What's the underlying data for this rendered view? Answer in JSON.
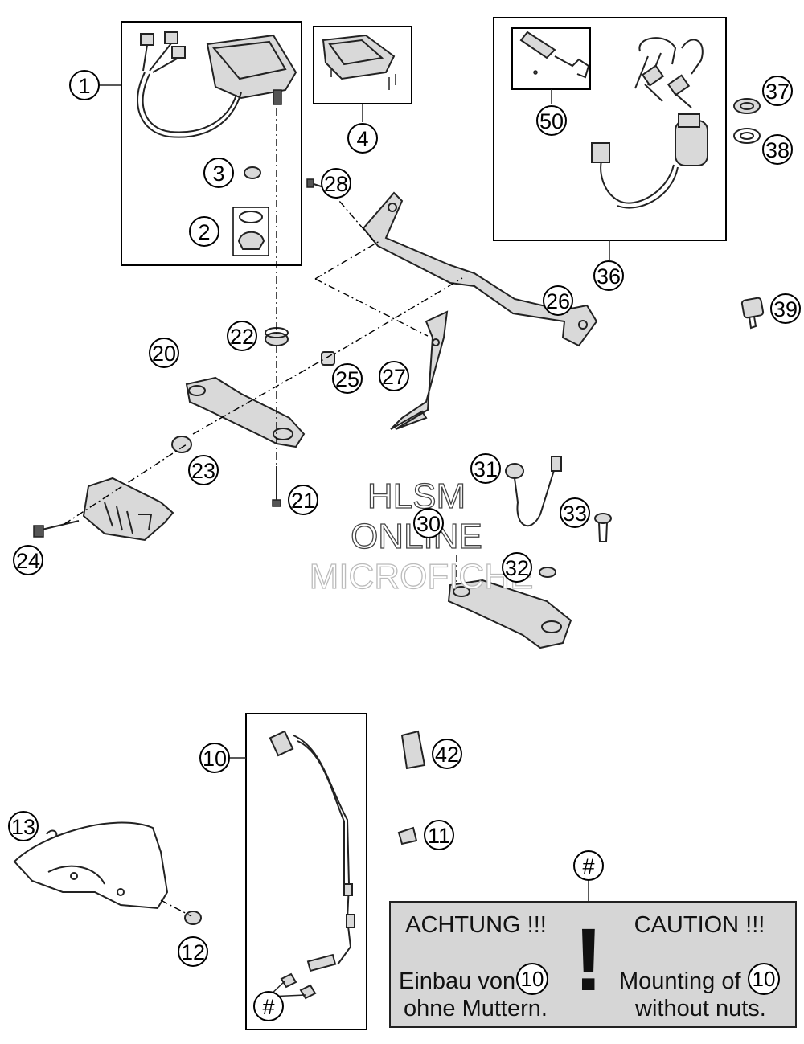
{
  "callouts": [
    {
      "id": "1",
      "label": "1"
    },
    {
      "id": "2",
      "label": "2"
    },
    {
      "id": "3",
      "label": "3"
    },
    {
      "id": "4",
      "label": "4"
    },
    {
      "id": "10",
      "label": "10"
    },
    {
      "id": "11",
      "label": "11"
    },
    {
      "id": "12",
      "label": "12"
    },
    {
      "id": "13",
      "label": "13"
    },
    {
      "id": "20",
      "label": "20"
    },
    {
      "id": "21",
      "label": "21"
    },
    {
      "id": "22",
      "label": "22"
    },
    {
      "id": "23",
      "label": "23"
    },
    {
      "id": "24",
      "label": "24"
    },
    {
      "id": "25",
      "label": "25"
    },
    {
      "id": "26",
      "label": "26"
    },
    {
      "id": "27",
      "label": "27"
    },
    {
      "id": "28",
      "label": "28"
    },
    {
      "id": "30",
      "label": "30"
    },
    {
      "id": "31",
      "label": "31"
    },
    {
      "id": "32",
      "label": "32"
    },
    {
      "id": "33",
      "label": "33"
    },
    {
      "id": "36",
      "label": "36"
    },
    {
      "id": "37",
      "label": "37"
    },
    {
      "id": "38",
      "label": "38"
    },
    {
      "id": "39",
      "label": "39"
    },
    {
      "id": "42",
      "label": "42"
    },
    {
      "id": "50",
      "label": "50"
    },
    {
      "id": "hash-top",
      "label": "#"
    },
    {
      "id": "hash-bottom",
      "label": "#"
    }
  ],
  "watermark": {
    "line1": "HLSM",
    "line2": "ONLINE",
    "line3": "MICROFICHE"
  },
  "notice": {
    "left_title": "ACHTUNG !!!",
    "left_line1": "Einbau von",
    "left_ref": "10",
    "left_line2": "ohne Muttern.",
    "right_title": "CAUTION !!!",
    "right_line1": "Mounting of",
    "right_ref": "10",
    "right_line2": "without nuts.",
    "mark": "!"
  }
}
